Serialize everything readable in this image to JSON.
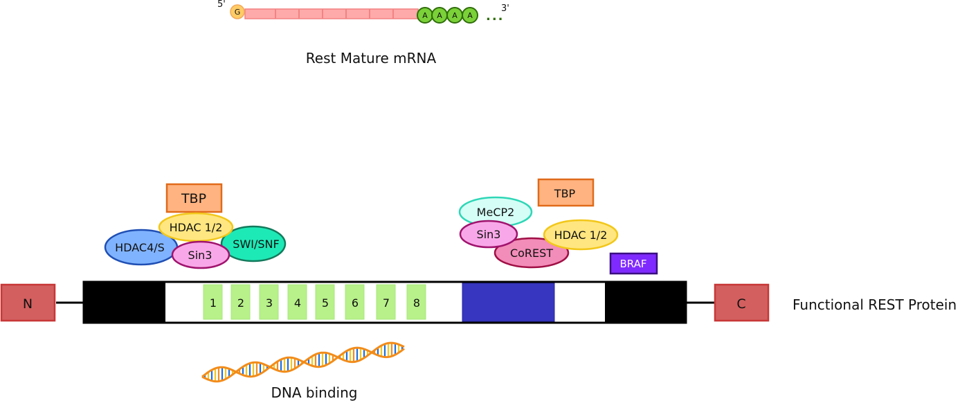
{
  "mrna": {
    "five_prime": "5'",
    "cap": "G",
    "polyA": [
      "A",
      "A",
      "A",
      "A"
    ],
    "ellipsis": "...",
    "three_prime": "3'",
    "caption": "Rest Mature mRNA"
  },
  "protein": {
    "n_term": "N",
    "c_term": "C",
    "caption": "Functional REST Protein",
    "zinc_fingers": [
      "1",
      "2",
      "3",
      "4",
      "5",
      "6",
      "7",
      "8"
    ]
  },
  "n_complex": {
    "tbp": "TBP",
    "hdac12": "HDAC 1/2",
    "hdac4s": "HDAC4/S",
    "sin3": "Sin3",
    "swisnf": "SWI/SNF"
  },
  "c_complex": {
    "mecp2": "MeCP2",
    "tbp": "TBP",
    "sin3": "Sin3",
    "hdac12": "HDAC 1/2",
    "corest": "CoREST",
    "braf": "BRAF"
  },
  "dna": {
    "caption": "DNA binding"
  },
  "colors": {
    "black_domain": "#000000",
    "zinc_finger": "#b8f08a",
    "blue_domain": "#3636c0",
    "terminus_fill": "#d35f5f",
    "terminus_stroke": "#c83737",
    "tbp_fill": "#ffb380",
    "tbp_stroke": "#e06a1a",
    "hdac_fill": "#ffe680",
    "hdac_stroke": "#f2c71a",
    "sin3_fill": "#f8a8e8",
    "sin3_stroke": "#a0136e",
    "hdac4s_fill": "#80b3ff",
    "hdac4s_stroke": "#1f4fb4",
    "swisnf_fill": "#1de9b6",
    "swisnf_stroke": "#137a5c",
    "mecp2_fill": "#d5fff6",
    "mecp2_stroke": "#2fd6b6",
    "corest_fill": "#f28cb8",
    "corest_stroke": "#a00f45",
    "braf_fill": "#7f2aff",
    "braf_stroke": "#3a0f80",
    "mrna_body": "#ffaaaa",
    "mrna_stroke": "#f28282",
    "polyA_fill": "#7ad138",
    "polyA_stroke": "#2e6d09",
    "cap_fill": "#ffcc66"
  }
}
